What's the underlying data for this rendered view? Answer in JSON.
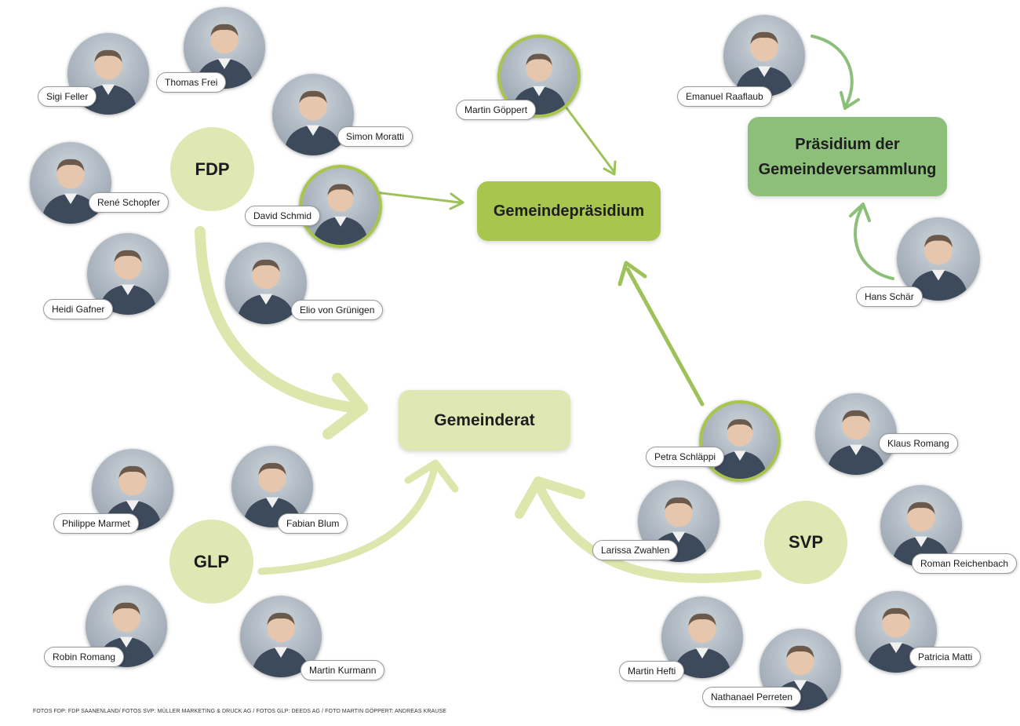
{
  "boxes": {
    "gemeinderat": "Gemeinderat",
    "gemeindepraesidium": "Gemeindepräsidium",
    "praesidium_line1": "Präsidium der",
    "praesidium_line2": "Gemeindeversammlung"
  },
  "parties": {
    "fdp": "FDP",
    "glp": "GLP",
    "svp": "SVP"
  },
  "people": {
    "sigi_feller": "Sigi Feller",
    "thomas_frei": "Thomas Frei",
    "simon_moratti": "Simon Moratti",
    "rene_schopfer": "René Schopfer",
    "david_schmid": "David Schmid",
    "heidi_gafner": "Heidi Gafner",
    "elio_von_gruenigen": "Elio von Grünigen",
    "martin_goeppert": "Martin Göppert",
    "emanuel_raaflaub": "Emanuel Raaflaub",
    "hans_schaer": "Hans Schär",
    "philippe_marmet": "Philippe Marmet",
    "fabian_blum": "Fabian Blum",
    "robin_romang": "Robin Romang",
    "martin_kurmann": "Martin Kurmann",
    "petra_schlaeppi": "Petra Schläppi",
    "klaus_romang": "Klaus Romang",
    "larissa_zwahlen": "Larissa Zwahlen",
    "roman_reichenbach": "Roman Reichenbach",
    "martin_hefti": "Martin Hefti",
    "nathanael_perreten": "Nathanael Perreten",
    "patricia_matti": "Patricia Matti"
  },
  "credits": "FOTOS FDP: FDP SAANENLAND/ FOTOS SVP: MÜLLER MARKETING & DRUCK AG / FOTOS GLP: DEEDS AG / FOTO MARTIN GÖPPERT: ANDREAS KRAUSE",
  "colors": {
    "light_green": "#dfe7b3",
    "mid_green": "#a8c64e",
    "sage_green": "#8cc07a",
    "pale_arrow": "#dde6ad",
    "arrow_green": "#9ec25a"
  }
}
